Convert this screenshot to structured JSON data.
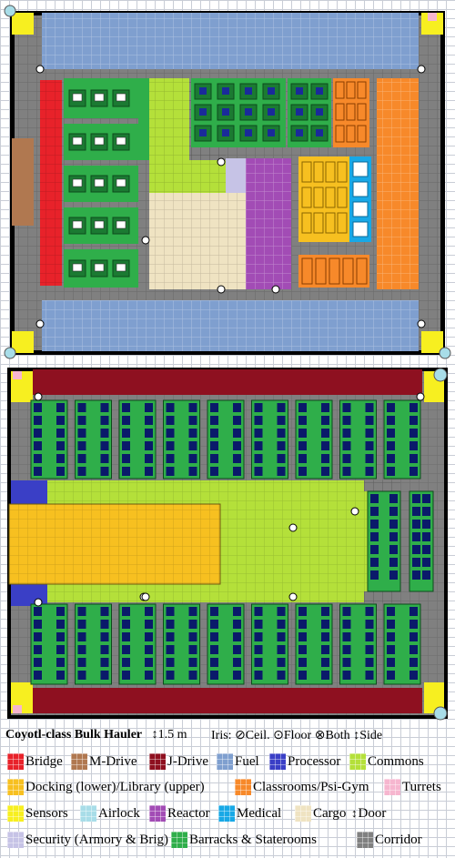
{
  "title": "Coyotl-class Bulk Hauler",
  "deck_height": "↕1.5 m",
  "iris_label": "Iris:",
  "iris": [
    {
      "symbol": "⊘",
      "label": "Ceil."
    },
    {
      "symbol": "⊙",
      "label": "Floor"
    },
    {
      "symbol": "⊗",
      "label": "Both"
    },
    {
      "symbol": "↕",
      "label": "Side"
    }
  ],
  "legend": [
    {
      "label": "Bridge",
      "color": "#e8222a"
    },
    {
      "label": "M-Drive",
      "color": "#b07850"
    },
    {
      "label": "J-Drive",
      "color": "#8e1020"
    },
    {
      "label": "Fuel",
      "color": "#7f9fcf"
    },
    {
      "label": "Processor",
      "color": "#3a3fc6"
    },
    {
      "label": "Commons",
      "color": "#b4e03a"
    },
    {
      "label": "Docking (lower)/Library (upper)",
      "color": "#f7c020"
    },
    {
      "label": "Classrooms/Psi-Gym",
      "color": "#f7892a"
    },
    {
      "label": "Turrets",
      "color": "#f6b6cf"
    },
    {
      "label": "Sensors",
      "color": "#f7ef20"
    },
    {
      "label": "Airlock",
      "color": "#a8dde8"
    },
    {
      "label": "Reactor",
      "color": "#a24cb5"
    },
    {
      "label": "Medical",
      "color": "#18a8e6"
    },
    {
      "label": "Cargo",
      "color": "#efe3c2"
    },
    {
      "label": "Door",
      "color": "#ffffff",
      "symbol": "↕"
    },
    {
      "label": "Security (Armory & Brig)",
      "color": "#c6c3e6"
    },
    {
      "label": "Barracks & Staterooms",
      "color": "#2fae4a"
    },
    {
      "label": "Corridor",
      "color": "#808080"
    }
  ]
}
